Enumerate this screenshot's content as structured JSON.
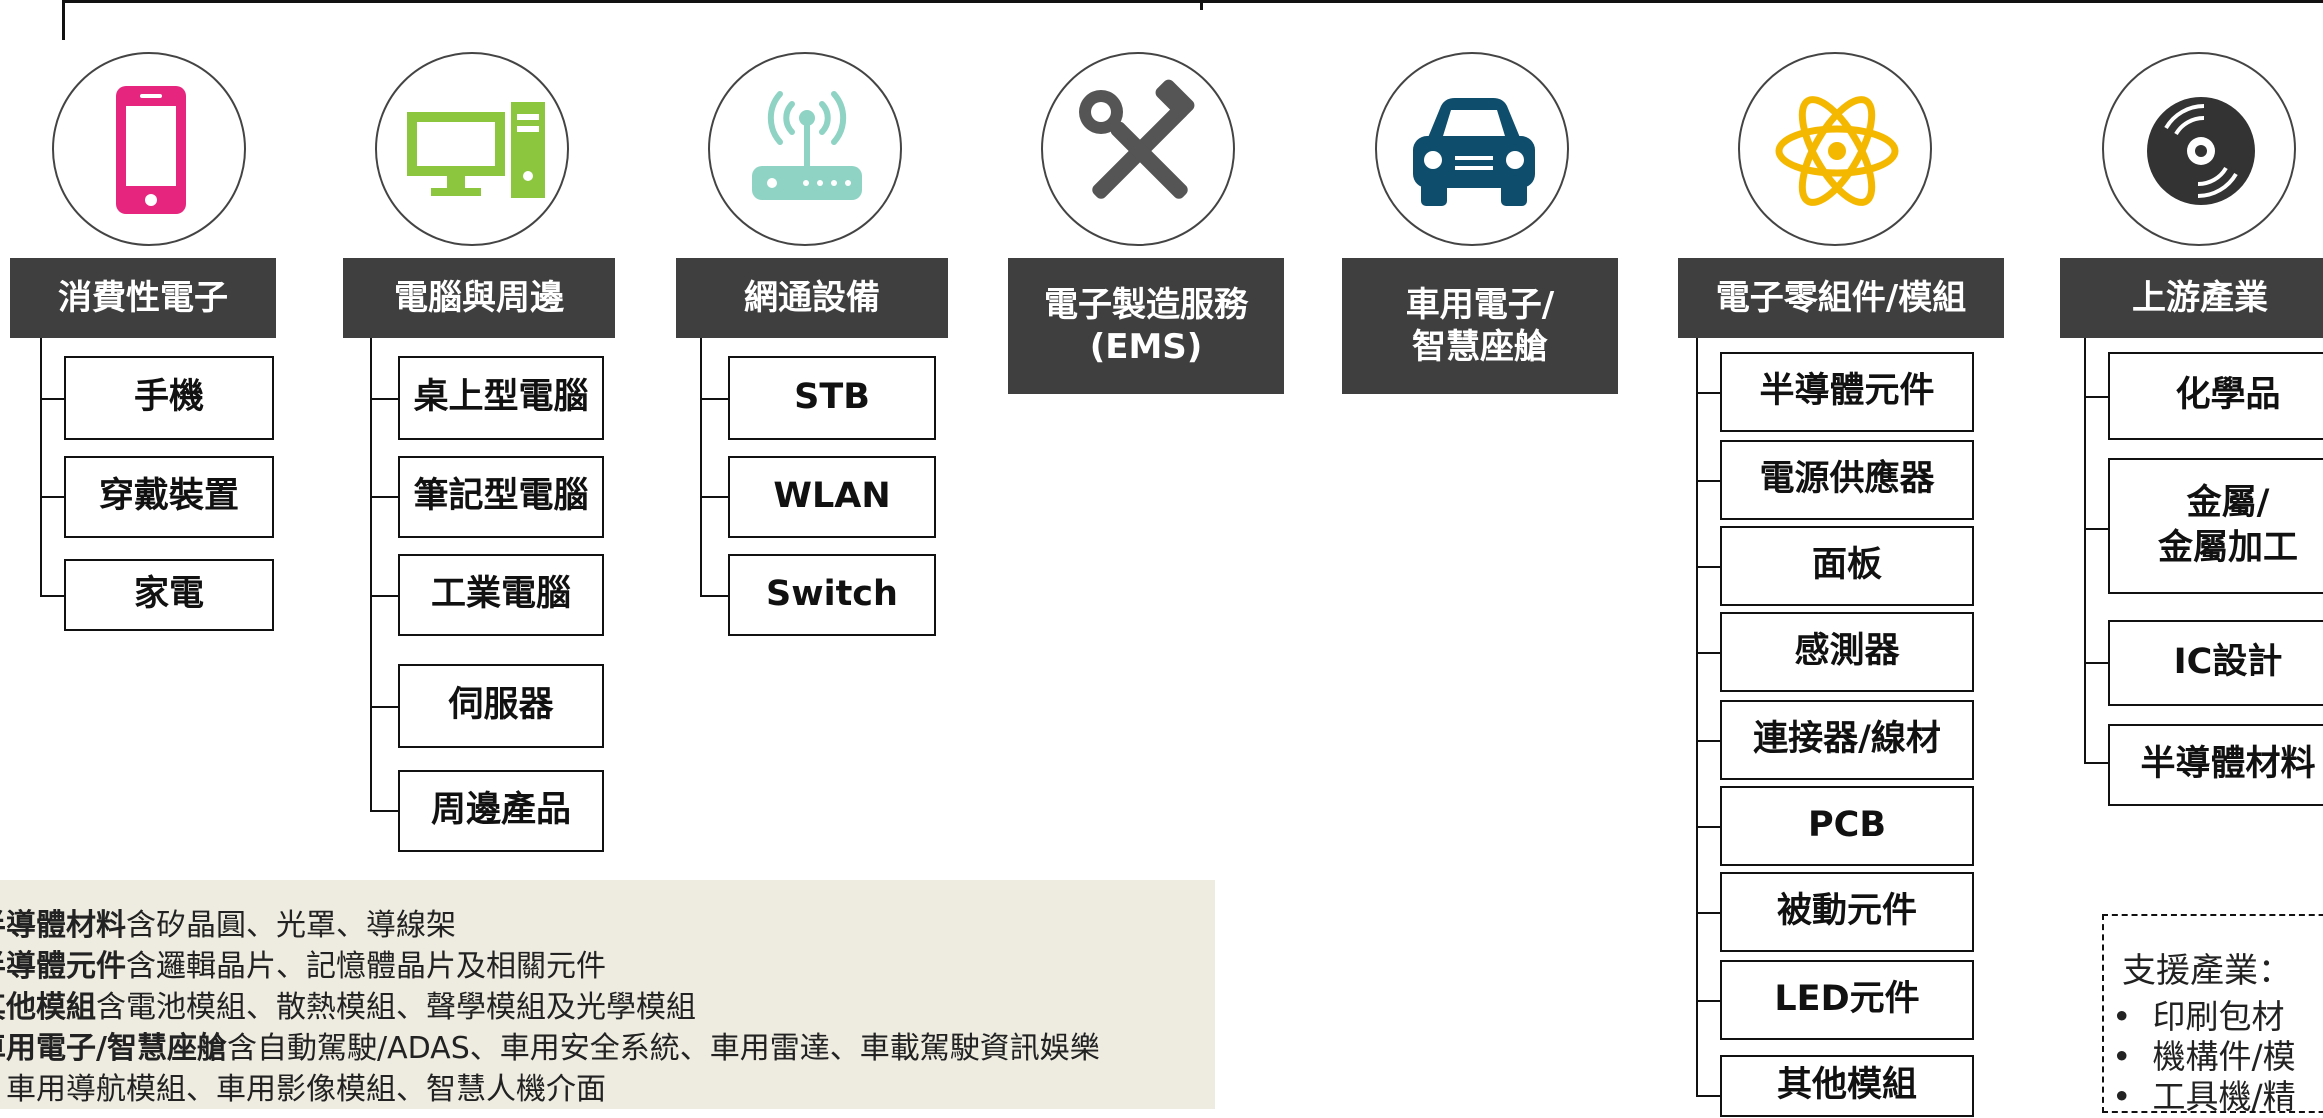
{
  "categories": [
    {
      "label": "消費性電子",
      "icon": "smartphone-icon",
      "items": [
        "手機",
        "穿戴裝置",
        "家電"
      ]
    },
    {
      "label": "電腦與周邊",
      "icon": "computer-icon",
      "items": [
        "桌上型電腦",
        "筆記型電腦",
        "工業電腦",
        "伺服器",
        "周邊產品"
      ]
    },
    {
      "label": "網通設備",
      "icon": "router-icon",
      "items": [
        "STB",
        "WLAN",
        "Switch"
      ]
    },
    {
      "label_lines": [
        "電子製造服務",
        "(EMS)"
      ],
      "icon": "tools-icon"
    },
    {
      "label_lines": [
        "車用電子/",
        "智慧座艙"
      ],
      "icon": "car-icon"
    },
    {
      "label": "電子零組件/模組",
      "icon": "atom-icon",
      "items": [
        "半導體元件",
        "電源供應器",
        "面板",
        "感測器",
        "連接器/線材",
        "PCB",
        "被動元件",
        "LED元件",
        "其他模組"
      ]
    },
    {
      "label": "上游產業",
      "icon": "disc-icon",
      "items": [
        "化學品",
        "IC設計",
        "半導體材料"
      ],
      "item_multi": [
        "金屬/",
        "金屬加工"
      ]
    }
  ],
  "notes": [
    {
      "bold": "半導體材料",
      "text": "含矽晶圓、光罩、導線架"
    },
    {
      "bold": "半導體元件",
      "text": "含邏輯晶片、記憶體晶片及相關元件"
    },
    {
      "bold": "其他模組",
      "text": "含電池模組、散熱模組、聲學模組及光學模組"
    },
    {
      "bold": "車用電子/智慧座艙",
      "text": "含自動駕駛/ADAS、車用安全系統、車用雷達、車載駕駛資訊娛樂"
    },
    {
      "bold": "",
      "text": "、車用導航模組、車用影像模組、智慧人機介面"
    }
  ],
  "support": {
    "title": "支援產業：",
    "items": [
      "印刷包材",
      "機構件/模",
      "工具機/精"
    ]
  },
  "colors": {
    "dark_box": "#3f3f3f",
    "note_bg": "#eeece1",
    "phone": "#e6267e",
    "computer": "#8cc63f",
    "router": "#8fd3c4",
    "tools": "#555555",
    "car": "#0e4d6b",
    "atom": "#f5b800",
    "disc": "#333333"
  }
}
